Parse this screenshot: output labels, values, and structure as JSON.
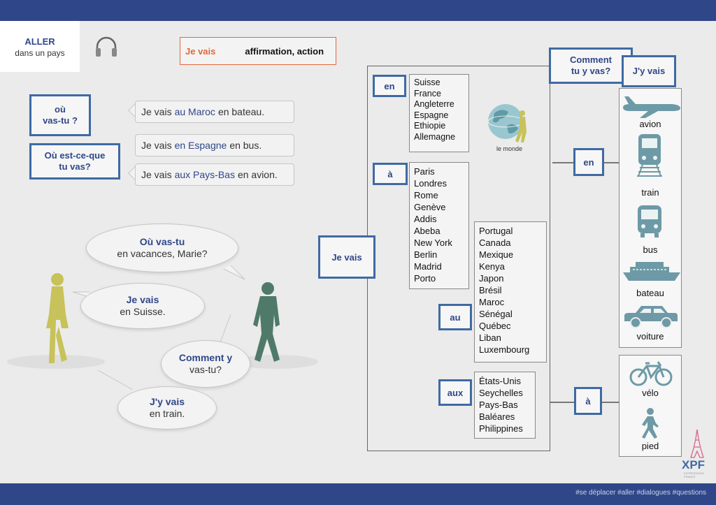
{
  "title": {
    "line1": "ALLER",
    "line2": "dans un pays"
  },
  "legend": {
    "example": "Je vais",
    "meaning": "affirmation, action"
  },
  "questions": {
    "q1": "où\nvas-tu ?",
    "q2": "Où est-ce-que\ntu vas?"
  },
  "sentences": [
    {
      "pre": "Je vais",
      "hl": "au Maroc",
      "post": "en bateau."
    },
    {
      "pre": "Je vais",
      "hl": "en Espagne",
      "post": "en bus."
    },
    {
      "pre": "Je vais",
      "hl": "aux Pays-Bas",
      "post": "en avion."
    }
  ],
  "dialogue": [
    {
      "bold": "Où vas-tu",
      "rest": "en vacances, Marie?"
    },
    {
      "bold": "Je vais",
      "rest": "en Suisse."
    },
    {
      "bold": "Comment y",
      "rest": "vas-tu?"
    },
    {
      "bold": "J'y vais",
      "rest": "en train."
    }
  ],
  "grammar": {
    "je_vais": "Je vais",
    "globe_label": "le monde",
    "en": {
      "label": "en",
      "items": [
        "Suisse",
        "France",
        "Angleterre",
        "Espagne",
        "Ethiopie",
        "Allemagne"
      ]
    },
    "a": {
      "label": "à",
      "items": [
        "Paris",
        "Londres",
        "Rome",
        "Genève",
        "Addis",
        "Abeba",
        "New York",
        "Berlin",
        "Madrid",
        "Porto"
      ]
    },
    "au": {
      "label": "au",
      "items": [
        "Portugal",
        "Canada",
        "Mexique",
        "Kenya",
        "Japon",
        "Brésil",
        "Maroc",
        "Sénégal",
        "Québec",
        "Liban",
        "Luxembourg"
      ]
    },
    "aux": {
      "label": "aux",
      "items": [
        "États-Unis",
        "Seychelles",
        "Pays-Bas",
        "Baléares",
        "Philippines"
      ]
    }
  },
  "transport": {
    "comment": "Comment\ntu y vas?",
    "jy_vais": "J'y vais",
    "en_label": "en",
    "a_label": "à",
    "en_items": [
      "avion",
      "train",
      "bus",
      "bateau",
      "voiture"
    ],
    "a_items": [
      "vélo",
      "pied"
    ]
  },
  "logo": "XPF",
  "logo_sub": "EXPRESSIONS FRANCE",
  "tags": "#se déplacer #aller #dialogues #questions",
  "colors": {
    "navy": "#2f4789",
    "blue": "#3f6aa3",
    "orange": "#e06a3b",
    "icon": "#6d9aa6"
  }
}
